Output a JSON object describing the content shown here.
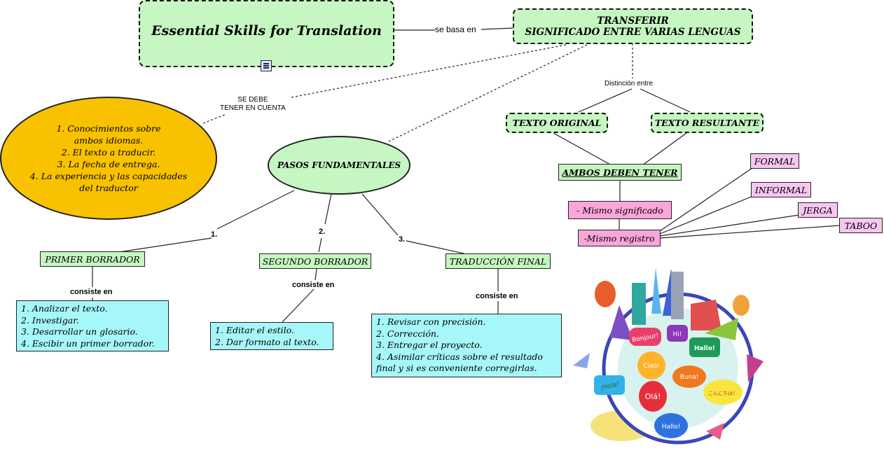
{
  "map": {
    "title": "Essential Skills for Translation",
    "main_concept": [
      "TRANSFERIR",
      "SIGNIFICADO ENTRE VARIAS LENGUAS"
    ],
    "link_se_basa": "se basa en",
    "link_se_debe": [
      "SE DEBE",
      "TENER EN CUENTA"
    ],
    "link_distincion": "Distinción entre",
    "texto_original": "TEXTO ORIGINAL",
    "texto_resultante": "TEXTO RESULTANTE",
    "ambos": "AMBOS DEBEN TENER",
    "mismo_significado": "- Mismo significado",
    "mismo_registro": "-Mismo registro",
    "registros": [
      "FORMAL",
      "INFORMAL",
      "JERGA",
      "TABOO"
    ],
    "conocimientos": [
      "1. Conocimientos sobre",
      "ambos idiomas.",
      "2. El texto a traducir.",
      "3. La fecha de entrega.",
      "4. La experiencia y las capacidades",
      "del traductor"
    ],
    "pasos": "PASOS FUNDAMENTALES",
    "step_nums": [
      "1.",
      "2.",
      "3."
    ],
    "primer": "PRIMER BORRADOR",
    "segundo": "SEGUNDO BORRADOR",
    "tercero": "TRADUCCIÓN FINAL",
    "consiste_en": "consiste en",
    "primer_items": [
      "1. Analizar el texto.",
      "2. Investigar.",
      "3. Desarrollar un glosario.",
      "4. Escibir un primer borrador."
    ],
    "segundo_items": [
      "1. Editar el estilo.",
      "2. Dar formato al texto."
    ],
    "tercero_items": [
      "1. Revisar con precisión.",
      "2. Corrección.",
      "3. Entregar el proyecto.",
      "4. Asimilar críticas sobre el resultado",
      "final y si es conveniente corregirlas."
    ],
    "bubbles": [
      "Bonjour!",
      "Hi!",
      "Hallo!",
      "Ciao!",
      "Buna!",
      "こんにちは！",
      "¡Hola!",
      "Olá!",
      "Hallo!"
    ]
  },
  "colors": {
    "green": "#c6f6c1",
    "orange": "#f9c200",
    "cyan": "#a6f7f9",
    "pink": "#f9a6d8",
    "lilac": "#f7c6ef"
  }
}
